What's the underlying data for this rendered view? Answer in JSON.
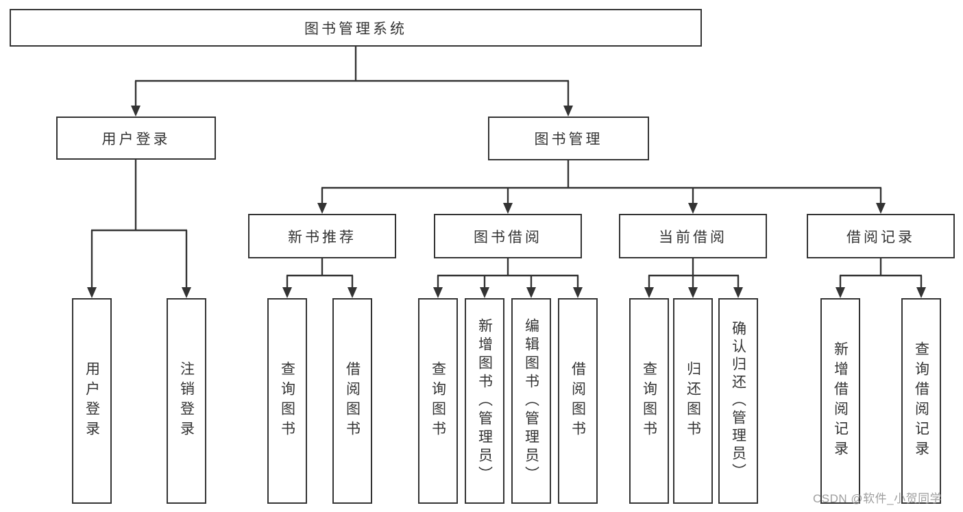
{
  "root": {
    "label": "图书管理系统"
  },
  "level1": [
    {
      "label": "用户登录"
    },
    {
      "label": "图书管理"
    }
  ],
  "level2": [
    {
      "label": "新书推荐"
    },
    {
      "label": "图书借阅"
    },
    {
      "label": "当前借阅"
    },
    {
      "label": "借阅记录"
    }
  ],
  "leaves": [
    {
      "label": "用户登录",
      "parent": "用户登录"
    },
    {
      "label": "注销登录",
      "parent": "用户登录"
    },
    {
      "label": "查询图书",
      "parent": "新书推荐"
    },
    {
      "label": "借阅图书",
      "parent": "新书推荐"
    },
    {
      "label": "查询图书",
      "parent": "图书借阅"
    },
    {
      "label": "新增图书（管理员）",
      "parent": "图书借阅"
    },
    {
      "label": "编辑图书（管理员）",
      "parent": "图书借阅"
    },
    {
      "label": "借阅图书",
      "parent": "图书借阅"
    },
    {
      "label": "查询图书",
      "parent": "当前借阅"
    },
    {
      "label": "归还图书",
      "parent": "当前借阅"
    },
    {
      "label": "确认归还（管理员）",
      "parent": "当前借阅"
    },
    {
      "label": "新增借阅记录",
      "parent": "借阅记录"
    },
    {
      "label": "查询借阅记录",
      "parent": "借阅记录"
    }
  ],
  "watermark": {
    "text": "CSDN @软件_小贺同学",
    "color": "#9e9e9e"
  },
  "colors": {
    "line": "#333333",
    "box_fill": "#ffffff",
    "text": "#333333",
    "background": "#ffffff"
  }
}
